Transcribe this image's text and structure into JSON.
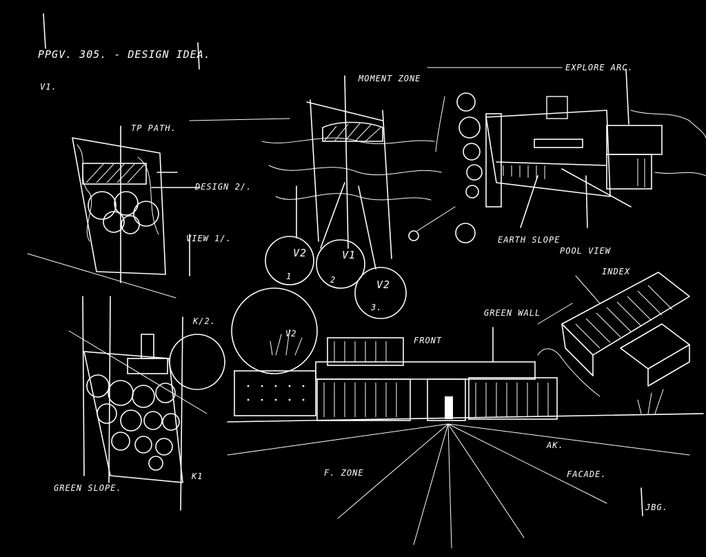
{
  "sheet": {
    "title": "PPGV. 305. - DESIGN IDEA.",
    "version": "V1.",
    "background_color": "#000000",
    "ink_color": "#ffffff"
  },
  "labels": {
    "top_path": "TP PATH.",
    "design_2": "DESIGN 2/.",
    "view_1": "VIEW 1/.",
    "moment_zone": "MOMENT ZONE",
    "explore_arc": "EXPLORE ARC.",
    "earth_slope": "EARTH SLOPE",
    "pool_view": "POOL VIEW",
    "v2_a": "V2",
    "v1": "V1",
    "v2_b": "V2",
    "n1": "1",
    "n2": "2",
    "n3": "3.",
    "index": "INDEX",
    "green_wall": "GREEN WALL",
    "front": "FRONT",
    "k1": "K1",
    "k2": "K/2.",
    "green_slope": "GREEN SLOPE.",
    "f_zone": "F. ZONE",
    "facade": "FACADE.",
    "ak": "AK.",
    "signature": "JBG.",
    "v2_small": "V2"
  }
}
